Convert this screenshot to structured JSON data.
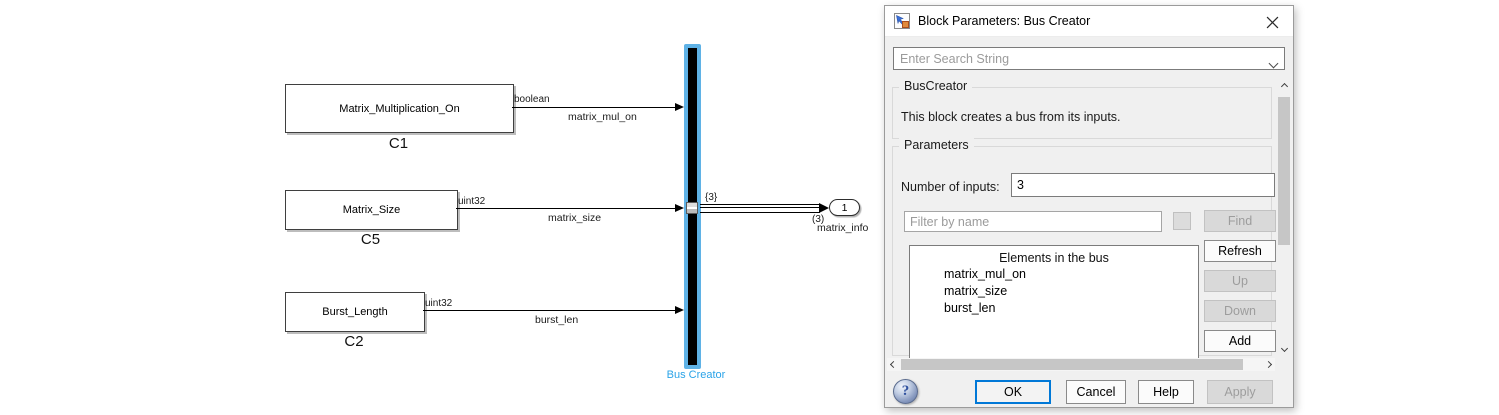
{
  "diagram": {
    "blocks": [
      {
        "name": "Matrix_Multiplication_On",
        "label": "C1",
        "signal_type": "boolean",
        "signal_name": "matrix_mul_on"
      },
      {
        "name": "Matrix_Size",
        "label": "C5",
        "signal_type": "uint32",
        "signal_name": "matrix_size"
      },
      {
        "name": "Burst_Length",
        "label": "C2",
        "signal_type": "uint32",
        "signal_name": "burst_len"
      }
    ],
    "bus_creator": {
      "label": "Bus Creator",
      "selection_color": "#5fb2e6",
      "label_color": "#2aa3e8"
    },
    "output": {
      "port_number": "1",
      "bus_width_top": "{3}",
      "bus_width_bottom": "(3)",
      "signal_name": "matrix_info"
    }
  },
  "dialog": {
    "title": "Block Parameters: Bus Creator",
    "search_placeholder": "Enter Search String",
    "block_section": {
      "title": "BusCreator",
      "description": "This block creates a bus from its inputs."
    },
    "parameters": {
      "title": "Parameters",
      "num_inputs_label": "Number of inputs:",
      "num_inputs_value": "3",
      "filter_placeholder": "Filter by name",
      "list_header": "Elements in the bus",
      "list_items": [
        "matrix_mul_on",
        "matrix_size",
        "burst_len"
      ],
      "find_label": "Find",
      "refresh_label": "Refresh",
      "up_label": "Up",
      "down_label": "Down",
      "add_label": "Add"
    },
    "footer": {
      "ok": "OK",
      "cancel": "Cancel",
      "help": "Help",
      "apply": "Apply",
      "ok_accent": "#0078d7"
    }
  }
}
